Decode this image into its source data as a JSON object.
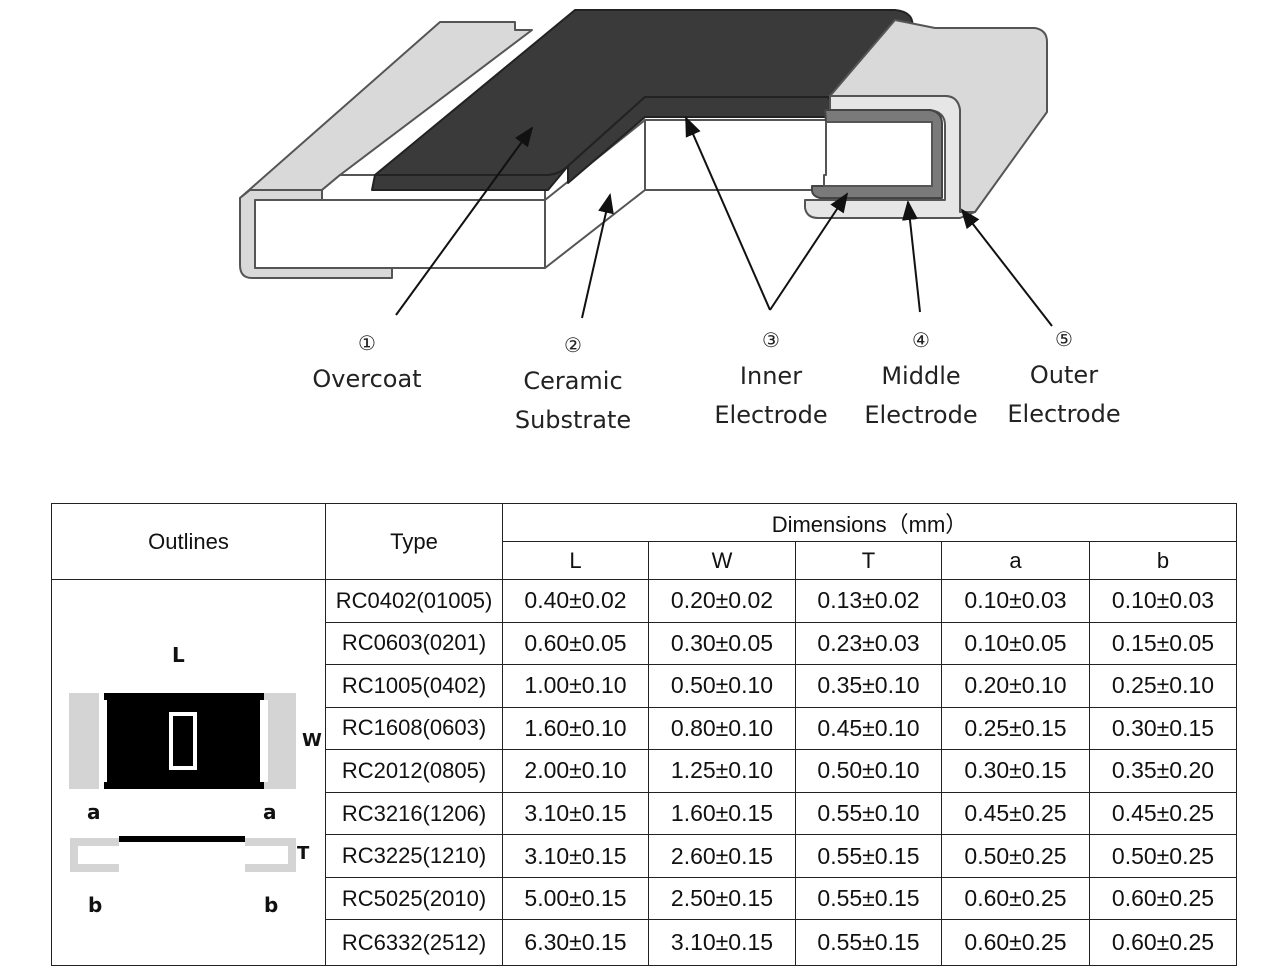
{
  "callouts": [
    {
      "num": "①",
      "line1": "Overcoat",
      "line2": ""
    },
    {
      "num": "②",
      "line1": "Ceramic",
      "line2": "Substrate"
    },
    {
      "num": "③",
      "line1": "Inner",
      "line2": "Electrode"
    },
    {
      "num": "④",
      "line1": "Middle",
      "line2": "Electrode"
    },
    {
      "num": "⑤",
      "line1": "Outer",
      "line2": "Electrode"
    }
  ],
  "colors": {
    "overcoat": "#3a3a3a",
    "electrode_fill": "#d9d9d9",
    "middle_electrode": "#7a7a7a",
    "outline_body": "#000000",
    "outline_pad": "#d4d4d4"
  },
  "table": {
    "header": {
      "outlines": "Outlines",
      "type": "Type",
      "dimensions": "Dimensions（mm）",
      "columns": [
        "L",
        "W",
        "T",
        "a",
        "b"
      ]
    },
    "rows": [
      {
        "type": "RC0402(01005)",
        "values": [
          "0.40±0.02",
          "0.20±0.02",
          "0.13±0.02",
          "0.10±0.03",
          "0.10±0.03"
        ]
      },
      {
        "type": "RC0603(0201)",
        "values": [
          "0.60±0.05",
          "0.30±0.05",
          "0.23±0.03",
          "0.10±0.05",
          "0.15±0.05"
        ]
      },
      {
        "type": "RC1005(0402)",
        "values": [
          "1.00±0.10",
          "0.50±0.10",
          "0.35±0.10",
          "0.20±0.10",
          "0.25±0.10"
        ]
      },
      {
        "type": "RC1608(0603)",
        "values": [
          "1.60±0.10",
          "0.80±0.10",
          "0.45±0.10",
          "0.25±0.15",
          "0.30±0.15"
        ]
      },
      {
        "type": "RC2012(0805)",
        "values": [
          "2.00±0.10",
          "1.25±0.10",
          "0.50±0.10",
          "0.30±0.15",
          "0.35±0.20"
        ]
      },
      {
        "type": "RC3216(1206)",
        "values": [
          "3.10±0.15",
          "1.60±0.15",
          "0.55±0.10",
          "0.45±0.25",
          "0.45±0.25"
        ]
      },
      {
        "type": "RC3225(1210)",
        "values": [
          "3.10±0.15",
          "2.60±0.15",
          "0.55±0.15",
          "0.50±0.25",
          "0.50±0.25"
        ]
      },
      {
        "type": "RC5025(2010)",
        "values": [
          "5.00±0.15",
          "2.50±0.15",
          "0.55±0.15",
          "0.60±0.25",
          "0.60±0.25"
        ]
      },
      {
        "type": "RC6332(2512)",
        "values": [
          "6.30±0.15",
          "3.10±0.15",
          "0.55±0.15",
          "0.60±0.25",
          "0.60±0.25"
        ]
      }
    ]
  },
  "outline_labels": {
    "L": "L",
    "W": "W",
    "T": "T",
    "a_left": "a",
    "a_right": "a",
    "b_left": "b",
    "b_right": "b"
  }
}
